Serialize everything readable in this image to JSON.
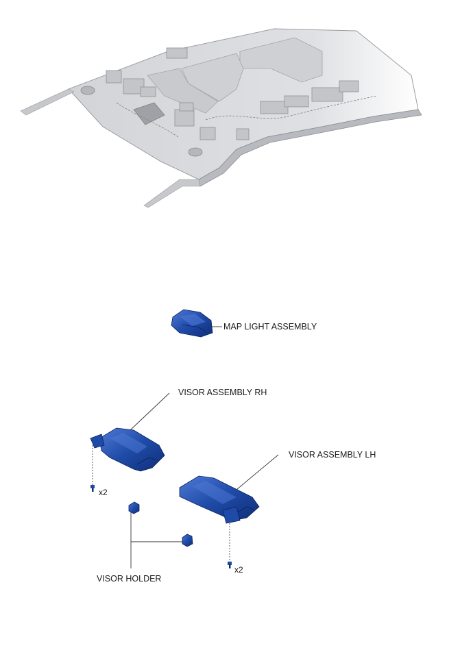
{
  "labels": {
    "map_light": "MAP LIGHT ASSEMBLY",
    "visor_rh": "VISOR ASSEMBLY RH",
    "visor_lh": "VISOR ASSEMBLY LH",
    "visor_holder": "VISOR HOLDER",
    "screw_qty_rh": "x2",
    "screw_qty_lh": "x2"
  },
  "colors": {
    "part_blue": "#1f4ba8",
    "part_blue_dark": "#0f2d77",
    "part_blue_light": "#4f7ad6",
    "headliner": "#d9dadd",
    "headliner_shadow": "#b3b5ba",
    "line": "#333333"
  }
}
